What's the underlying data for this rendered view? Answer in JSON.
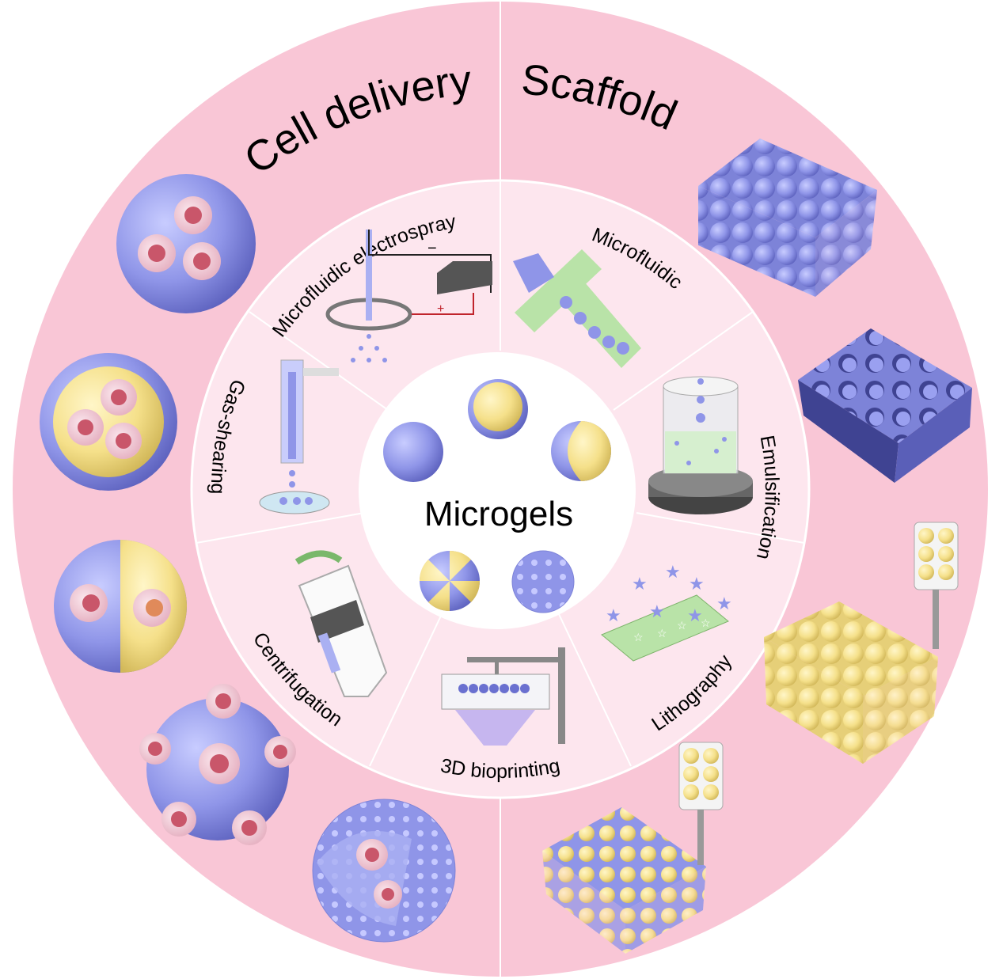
{
  "title": "Microgels",
  "sections": {
    "left": "Cell delivery",
    "right": "Scaffold"
  },
  "methods": {
    "electrospray": "Microfluidic electrospray",
    "microfluidic": "Microfluidic",
    "emulsification": "Emulsification",
    "lithography": "Lithography",
    "bioprinting": "3D bioprinting",
    "centrifugation": "Centrifugation",
    "gas_shearing": "Gas-shearing"
  },
  "electrospray_signs": {
    "minus": "−",
    "plus": "+"
  },
  "colors": {
    "outer_ring": "#f9c6d6",
    "middle_ring": "#fde6ee",
    "center": "#ffffff",
    "gel_blue": "#8f95e8",
    "gel_yellow": "#f5e08a",
    "cell_red": "#c9566a",
    "chip_green": "#b9e3a8"
  }
}
